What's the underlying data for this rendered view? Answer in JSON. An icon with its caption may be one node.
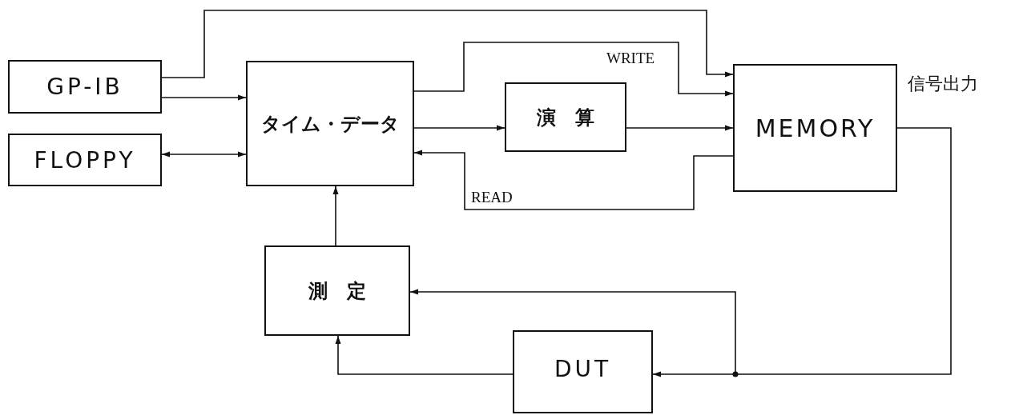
{
  "diagram": {
    "nodes": [
      {
        "text": [
          "GP-IB"
        ]
      },
      {
        "text": [
          "FLOPPY"
        ]
      },
      {
        "text": [
          "タイム・データ"
        ]
      },
      {
        "text": [
          "演　算"
        ]
      },
      {
        "text": [
          "MEMORY"
        ],
        "beside": [
          "信号出力"
        ]
      },
      {
        "text": [
          "測　定"
        ]
      },
      {
        "text": [
          "DUT"
        ]
      }
    ],
    "edges": [
      {
        "from": 0,
        "to": 4,
        "arrow": "to"
      },
      {
        "from": 0,
        "to": 2,
        "arrow": "to"
      },
      {
        "from": 1,
        "to": 2,
        "arrow": "both"
      },
      {
        "from": 2,
        "to": 4,
        "arrow": "to",
        "label": "WRITE"
      },
      {
        "from": 2,
        "to": 3,
        "arrow": "to"
      },
      {
        "from": 3,
        "to": 4,
        "arrow": "to"
      },
      {
        "from": 4,
        "to": 2,
        "arrow": "to",
        "label": "READ"
      },
      {
        "from": 5,
        "to": 2,
        "arrow": "to"
      },
      {
        "from": 4,
        "to": 6,
        "arrow": "to"
      },
      {
        "from": 4,
        "to": 5,
        "arrow": "to"
      },
      {
        "from": 6,
        "to": 5,
        "arrow": "to"
      }
    ]
  }
}
